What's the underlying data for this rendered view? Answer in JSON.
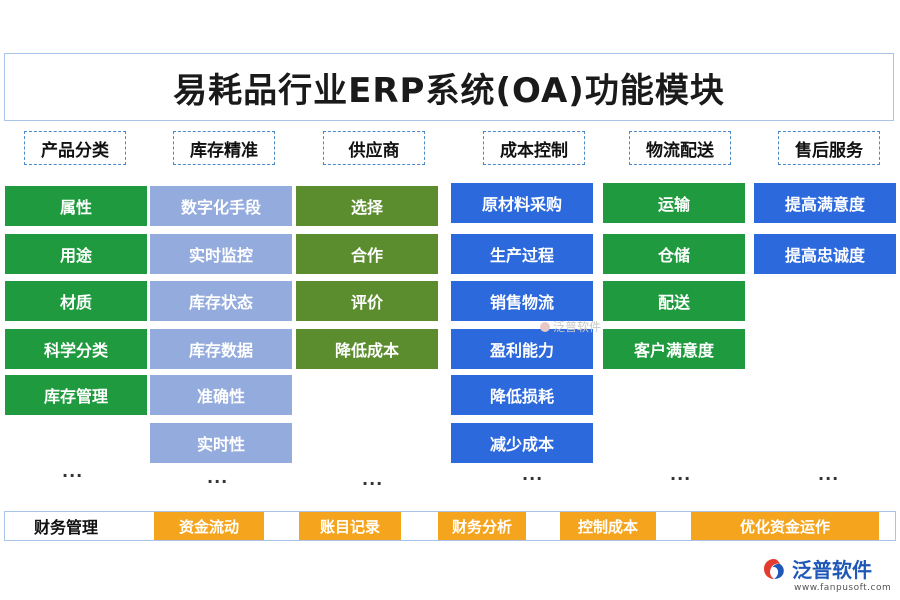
{
  "title": "易耗品行业ERP系统(OA)功能模块",
  "columns": [
    {
      "header": "产品分类",
      "items": [
        "属性",
        "用途",
        "材质",
        "科学分类",
        "库存管理"
      ],
      "more": "..."
    },
    {
      "header": "库存精准",
      "items": [
        "数字化手段",
        "实时监控",
        "库存状态",
        "库存数据",
        "准确性",
        "实时性"
      ],
      "more": "..."
    },
    {
      "header": "供应商",
      "items": [
        "选择",
        "合作",
        "评价",
        "降低成本"
      ],
      "more": "..."
    },
    {
      "header": "成本控制",
      "items": [
        "原材料采购",
        "生产过程",
        "销售物流",
        "盈利能力",
        "降低损耗",
        "减少成本"
      ],
      "more": "..."
    },
    {
      "header": "物流配送",
      "items": [
        "运输",
        "仓储",
        "配送",
        "客户满意度"
      ],
      "more": "..."
    },
    {
      "header": "售后服务",
      "items": [
        "提高满意度",
        "提高忠诚度"
      ],
      "more": "..."
    }
  ],
  "finance": {
    "label": "财务管理",
    "items": [
      "资金流动",
      "账目记录",
      "财务分析",
      "控制成本",
      "优化资金运作"
    ]
  },
  "watermark": "泛普软件",
  "logo": {
    "name": "泛普软件",
    "url": "www.fanpusoft.com"
  },
  "colors": {
    "green": "#1f9a3e",
    "lilac": "#94abdd",
    "olive": "#5b8d2f",
    "blue": "#2c69dc",
    "orange": "#f5a51d",
    "header_border": "#4d88c9"
  }
}
